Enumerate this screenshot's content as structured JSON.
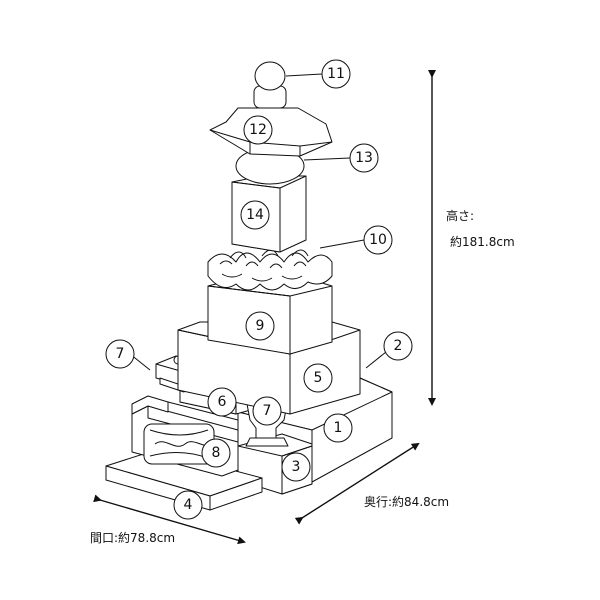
{
  "diagram": {
    "part_numbers": [
      "1",
      "2",
      "3",
      "4",
      "5",
      "6",
      "7",
      "8",
      "9",
      "10",
      "11",
      "12",
      "13",
      "14"
    ],
    "dimensions": {
      "height_label": "高さ:",
      "height_value": "約181.8cm",
      "depth_label": "奥行:約84.8cm",
      "width_label": "間口:約78.8cm"
    }
  }
}
